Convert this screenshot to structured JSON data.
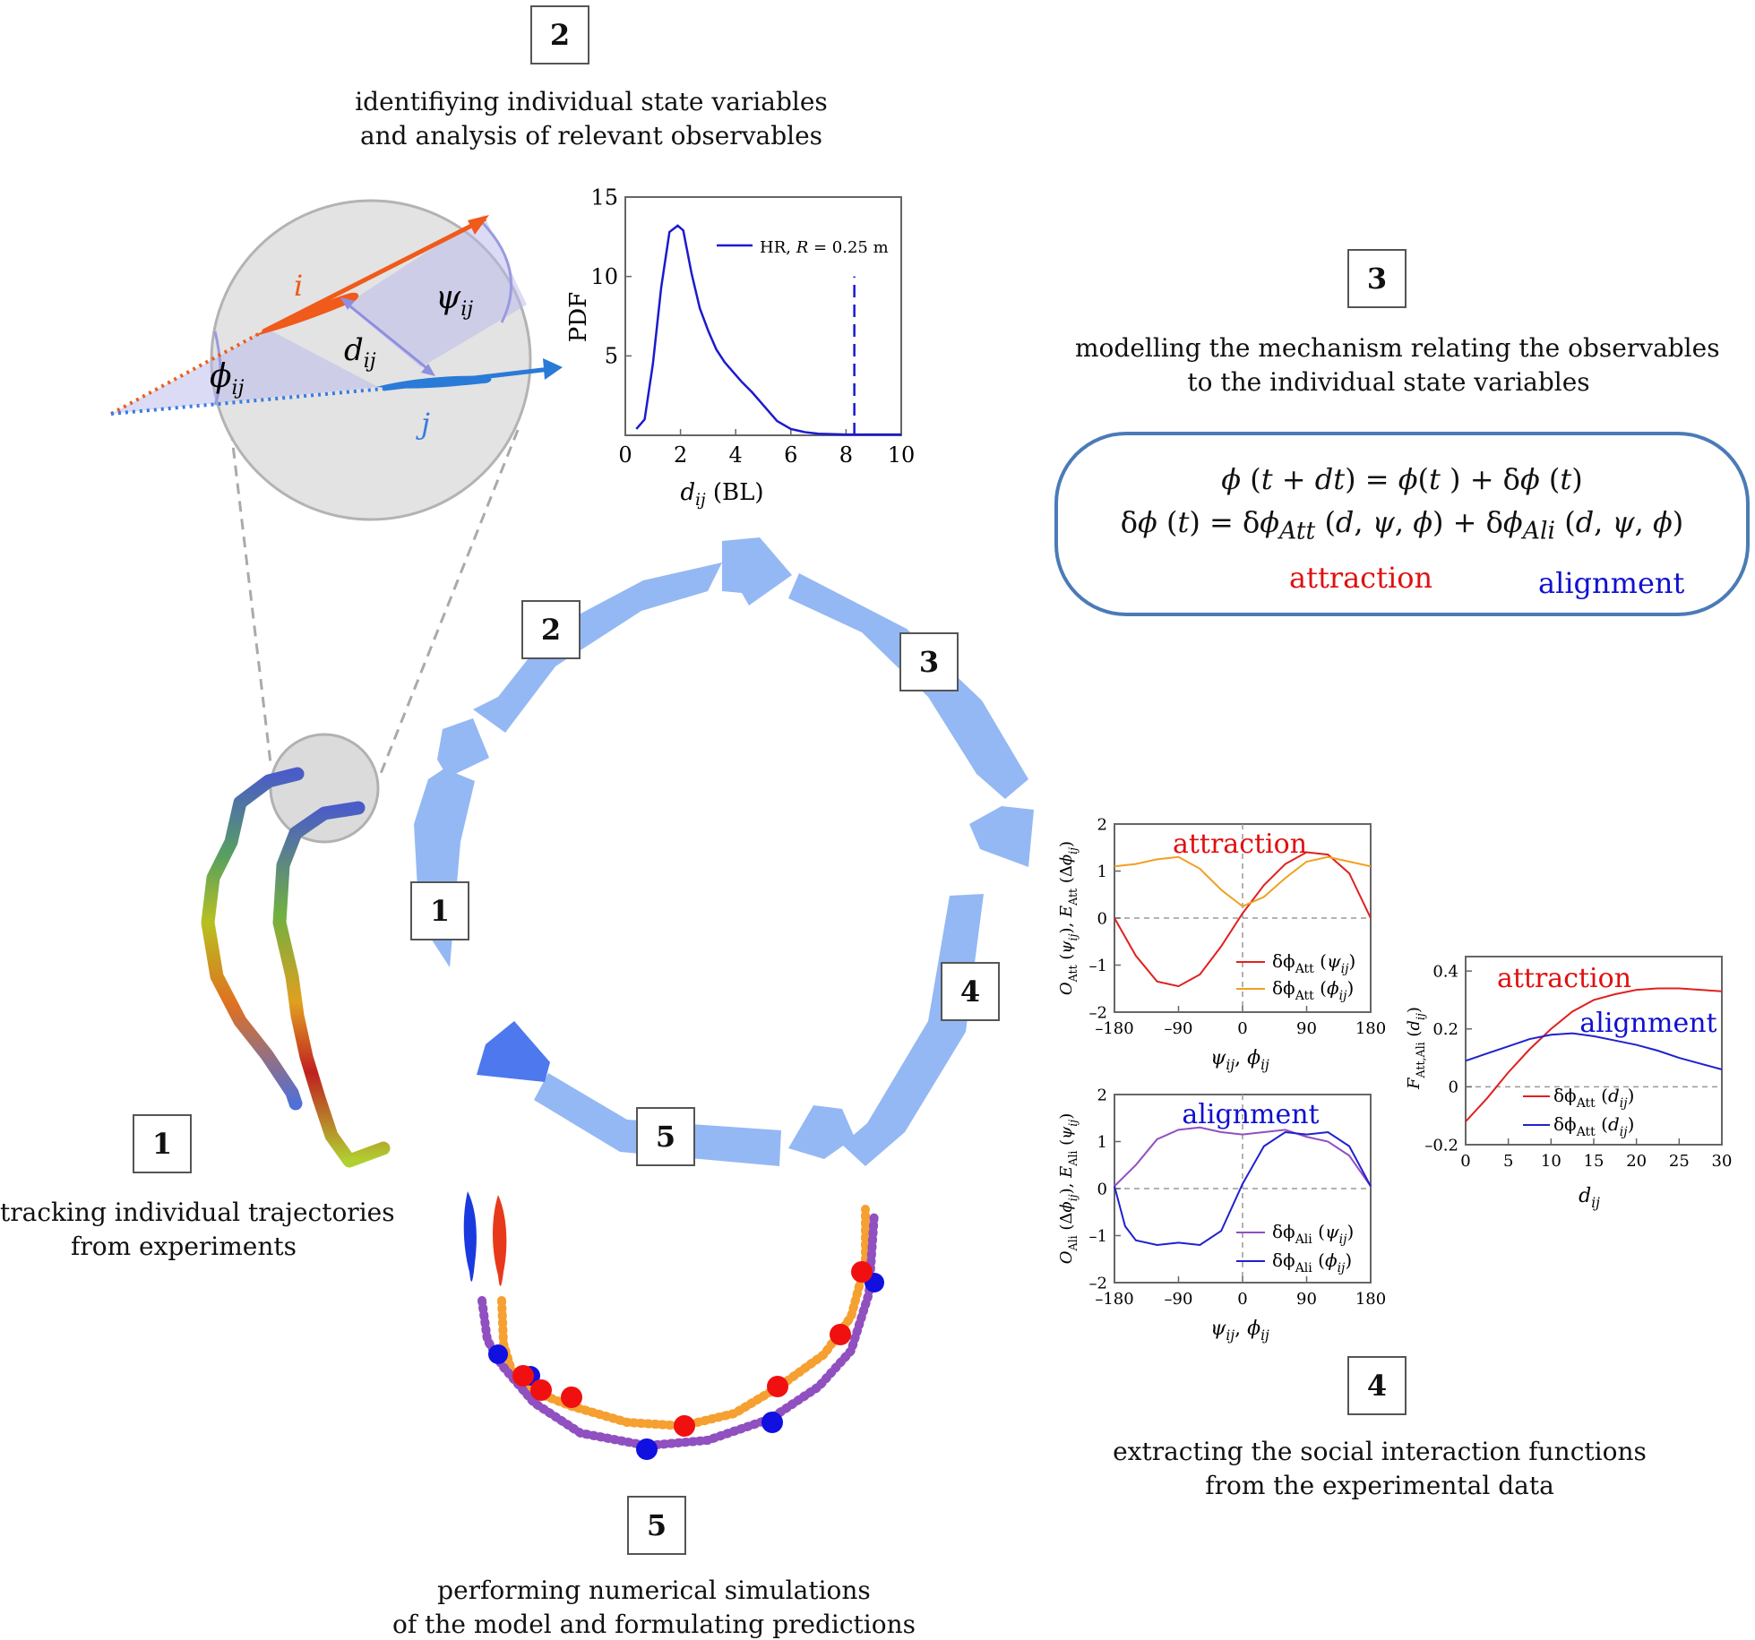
{
  "steps": [
    {
      "number": "1",
      "lines": [
        "tracking individual trajectories",
        "from experiments"
      ]
    },
    {
      "number": "2",
      "lines": [
        "identifiying individual state variables",
        "and analysis of relevant observables"
      ]
    },
    {
      "number": "3",
      "lines": [
        "modelling the mechanism relating the observables",
        "to the individual state variables"
      ]
    },
    {
      "number": "4",
      "lines": [
        "extracting the social interaction functions",
        "from the experimental data"
      ]
    },
    {
      "number": "5",
      "lines": [
        "performing numerical simulations",
        "of the model and formulating predictions"
      ]
    }
  ],
  "cycle_numbers": [
    "1",
    "2",
    "3",
    "4",
    "5"
  ],
  "geometry_labels": {
    "i": "i",
    "j": "j",
    "psi": "ψ",
    "psi_sub": "ij",
    "phi": "ϕ",
    "phi_sub": "ij",
    "d": "d",
    "d_sub": "ij"
  },
  "model": {
    "eq1": "ϕ (t + dt) = ϕ(t ) + δϕ (t)",
    "eq2": "δϕ (t) = δϕAtt (d, ψ, ϕ) + δϕAli (d, ψ, ϕ)",
    "attraction": "attraction",
    "alignment": "alignment"
  },
  "colors": {
    "arrow": "#94b8f4",
    "arrow_dark": "#4d78ee",
    "attraction": "#e01010",
    "alignment": "#1010d0",
    "box_border": "#4a7bb7",
    "pdf_line": "#1a1acf"
  },
  "chart_data": [
    {
      "type": "line",
      "xlabel": "dij (BL)",
      "ylabel": "PDF",
      "xlim": [
        0,
        10
      ],
      "ylim": [
        0,
        15
      ],
      "xticks": [
        "0",
        "2",
        "4",
        "6",
        "8",
        "10"
      ],
      "yticks": [
        "5",
        "10",
        "15"
      ],
      "legend": "HR, R = 0.25 m",
      "legend_position": "top-right",
      "series": [
        {
          "name": "HR, R = 0.25 m",
          "x": [
            0.4,
            0.7,
            1.0,
            1.3,
            1.6,
            1.9,
            2.1,
            2.4,
            2.7,
            3.0,
            3.3,
            3.6,
            3.9,
            4.2,
            4.6,
            5.0,
            5.5,
            6.0,
            6.5,
            7.0,
            8.0,
            9.0,
            10.0
          ],
          "y": [
            0.4,
            1.0,
            4.5,
            9.3,
            12.8,
            13.2,
            12.9,
            10.2,
            8.0,
            6.6,
            5.4,
            4.6,
            4.0,
            3.4,
            2.7,
            1.9,
            0.9,
            0.4,
            0.2,
            0.1,
            0.05,
            0.05,
            0.05
          ]
        }
      ],
      "vline_x": 8.3,
      "vline_height": 10
    },
    {
      "type": "line",
      "title": "attraction",
      "xlabel": "ψij, ϕij",
      "ylabel": "OAtt (ψij), EAtt (Δϕij)",
      "xlim": [
        -180,
        180
      ],
      "ylim": [
        -2,
        2
      ],
      "xticks": [
        "–180",
        "–90",
        "0",
        "90",
        "180"
      ],
      "yticks": [
        "2",
        "1",
        "0",
        "–1",
        "–2"
      ],
      "legend_position": "bottom-right",
      "series": [
        {
          "name": "δϕAtt (ψij)",
          "x": [
            -180,
            -150,
            -120,
            -90,
            -60,
            -30,
            0,
            30,
            60,
            90,
            120,
            150,
            180
          ],
          "y": [
            0,
            -0.8,
            -1.35,
            -1.45,
            -1.2,
            -0.6,
            0.1,
            0.7,
            1.15,
            1.4,
            1.35,
            0.95,
            0
          ]
        },
        {
          "name": "δϕAtt (ϕij)",
          "x": [
            -180,
            -150,
            -120,
            -90,
            -60,
            -30,
            0,
            30,
            60,
            90,
            120,
            150,
            180
          ],
          "y": [
            1.1,
            1.15,
            1.25,
            1.3,
            1.05,
            0.6,
            0.25,
            0.45,
            0.85,
            1.2,
            1.3,
            1.2,
            1.1
          ]
        }
      ]
    },
    {
      "type": "line",
      "title": "alignment",
      "xlabel": "ψij, ϕij",
      "ylabel": "OAli (Δϕij), EAli (ψij)",
      "xlim": [
        -180,
        180
      ],
      "ylim": [
        -2,
        2
      ],
      "xticks": [
        "–180",
        "–90",
        "0",
        "90",
        "180"
      ],
      "yticks": [
        "2",
        "1",
        "0",
        "–1",
        "–2"
      ],
      "legend_position": "bottom-right",
      "series": [
        {
          "name": "δϕAli (ψij)",
          "x": [
            -180,
            -150,
            -120,
            -90,
            -60,
            -30,
            0,
            30,
            60,
            90,
            120,
            150,
            180
          ],
          "y": [
            0.05,
            0.5,
            1.05,
            1.25,
            1.3,
            1.2,
            1.15,
            1.2,
            1.25,
            1.1,
            1.0,
            0.7,
            0.05
          ]
        },
        {
          "name": "δϕAli (ϕij)",
          "x": [
            -180,
            -165,
            -150,
            -120,
            -90,
            -60,
            -30,
            0,
            30,
            60,
            90,
            120,
            150,
            180
          ],
          "y": [
            0.05,
            -0.8,
            -1.1,
            -1.2,
            -1.15,
            -1.2,
            -0.9,
            0.1,
            0.9,
            1.2,
            1.15,
            1.2,
            0.9,
            0.05
          ]
        }
      ]
    },
    {
      "type": "line",
      "title": "attraction",
      "subtitle": "alignment",
      "xlabel": "dij",
      "ylabel": "FAtt,Ali (dij)",
      "xlim": [
        0,
        30
      ],
      "ylim": [
        -0.2,
        0.45
      ],
      "xticks": [
        "0",
        "5",
        "10",
        "15",
        "20",
        "25",
        "30"
      ],
      "yticks": [
        "0.4",
        "0.2",
        "0",
        "–0.2"
      ],
      "legend_position": "bottom-right",
      "series": [
        {
          "name": "δϕAtt (dij)",
          "x": [
            0,
            2.5,
            5,
            7.5,
            10,
            12.5,
            15,
            17.5,
            20,
            22.5,
            25,
            27.5,
            30
          ],
          "y": [
            -0.12,
            -0.04,
            0.05,
            0.13,
            0.2,
            0.26,
            0.3,
            0.32,
            0.335,
            0.34,
            0.34,
            0.335,
            0.33
          ]
        },
        {
          "name": "δϕAtt (dij)",
          "x": [
            0,
            2.5,
            5,
            7.5,
            10,
            12.5,
            15,
            17.5,
            20,
            22.5,
            25,
            27.5,
            30
          ],
          "y": [
            0.09,
            0.115,
            0.14,
            0.165,
            0.18,
            0.185,
            0.175,
            0.16,
            0.145,
            0.125,
            0.1,
            0.08,
            0.06
          ]
        }
      ]
    }
  ]
}
